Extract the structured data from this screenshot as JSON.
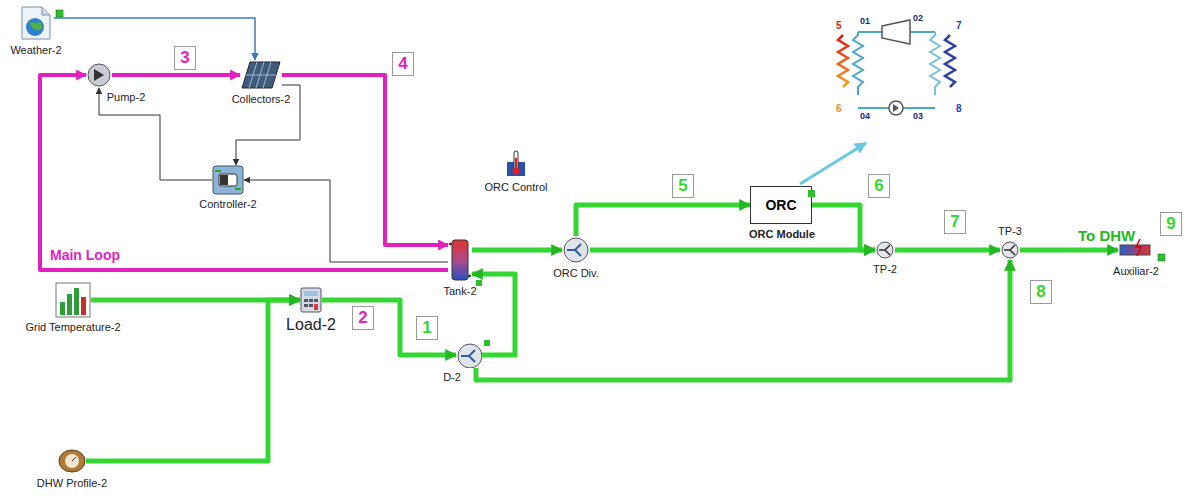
{
  "diagram": {
    "nodes": [
      {
        "text": [
          "Weather-2"
        ]
      },
      {
        "text": [
          "Pump-2"
        ]
      },
      {
        "text": [
          "Collectors-2"
        ]
      },
      {
        "text": [
          "Controller-2"
        ]
      },
      {
        "text": [
          "Tank-2"
        ]
      },
      {
        "text": [
          "Grid Temperature-2"
        ]
      },
      {
        "text": [
          "DHW Profile-2"
        ]
      },
      {
        "text": [
          "Load-2"
        ]
      },
      {
        "text": [
          "D-2"
        ]
      },
      {
        "text": [
          "ORC Control"
        ]
      },
      {
        "text": [
          "ORC Div."
        ]
      },
      {
        "text": [
          "ORC",
          "ORC Module"
        ]
      },
      {
        "text": [
          "TP-2"
        ]
      },
      {
        "text": [
          "TP-3"
        ]
      },
      {
        "text": [
          "Auxiliar-2"
        ]
      },
      {
        "text": [
          "3"
        ]
      },
      {
        "text": [
          "4"
        ]
      },
      {
        "text": [
          "2"
        ]
      },
      {
        "text": [
          "1"
        ]
      },
      {
        "text": [
          "5"
        ]
      },
      {
        "text": [
          "6"
        ]
      },
      {
        "text": [
          "7"
        ]
      },
      {
        "text": [
          "8"
        ]
      },
      {
        "text": [
          "9"
        ]
      }
    ],
    "edges": [
      {
        "from": 0,
        "to": 2,
        "arrow": "to"
      },
      {
        "from": 1,
        "to": 2,
        "arrow": "to"
      },
      {
        "from": 2,
        "to": 4,
        "arrow": "to"
      },
      {
        "from": 4,
        "to": 1,
        "arrow": "to"
      },
      {
        "from": 2,
        "to": 3,
        "arrow": "to"
      },
      {
        "from": 4,
        "to": 3,
        "arrow": "to"
      },
      {
        "from": 3,
        "to": 1,
        "arrow": "to"
      },
      {
        "from": 5,
        "to": 7,
        "arrow": "to"
      },
      {
        "from": 6,
        "to": 7,
        "arrow": "to"
      },
      {
        "from": 7,
        "to": 8,
        "arrow": "to"
      },
      {
        "from": 8,
        "to": 4,
        "arrow": "to"
      },
      {
        "from": 8,
        "to": 13,
        "arrow": "to"
      },
      {
        "from": 4,
        "to": 10,
        "arrow": "to"
      },
      {
        "from": 10,
        "to": 11,
        "arrow": "to"
      },
      {
        "from": 10,
        "to": 12,
        "arrow": "to"
      },
      {
        "from": 11,
        "to": 12,
        "arrow": "to"
      },
      {
        "from": 12,
        "to": 13,
        "arrow": "to"
      },
      {
        "from": 13,
        "to": 14,
        "arrow": "to"
      }
    ],
    "labels": [
      "5",
      "01",
      "02",
      "7",
      "6",
      "04",
      "03",
      "8",
      "Main Loop",
      "To DHW"
    ]
  }
}
